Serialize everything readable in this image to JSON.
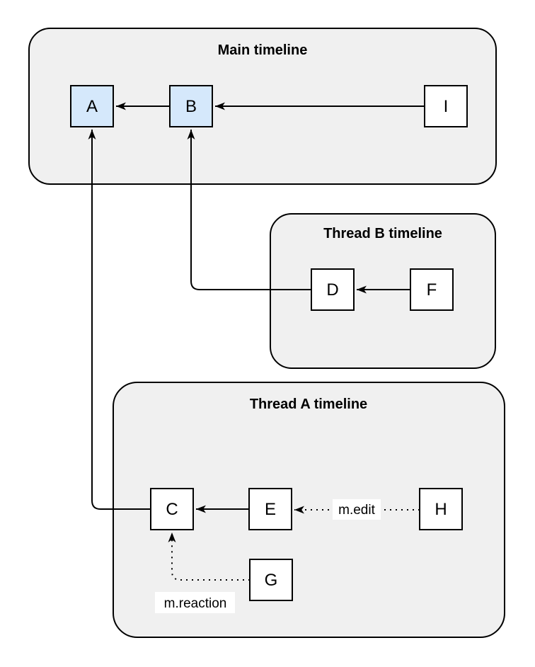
{
  "diagram": {
    "background": "#ffffff",
    "colors": {
      "container_fill": "#f0f0f0",
      "container_stroke": "#000000",
      "highlight_node_fill": "#d5e8fb",
      "plain_node_fill": "#ffffff",
      "node_stroke": "#000000",
      "edge_color": "#000000",
      "edge_label_background": "#ffffff",
      "text_color": "#000000"
    },
    "containers": [
      {
        "id": "main",
        "title": "Main timeline"
      },
      {
        "id": "thread_b",
        "title": "Thread B timeline"
      },
      {
        "id": "thread_a",
        "title": "Thread A timeline"
      }
    ],
    "nodes": [
      {
        "id": "A",
        "label": "A",
        "container": "main",
        "highlighted": true
      },
      {
        "id": "B",
        "label": "B",
        "container": "main",
        "highlighted": true
      },
      {
        "id": "I",
        "label": "I",
        "container": "main",
        "highlighted": false
      },
      {
        "id": "D",
        "label": "D",
        "container": "thread_b",
        "highlighted": false
      },
      {
        "id": "F",
        "label": "F",
        "container": "thread_b",
        "highlighted": false
      },
      {
        "id": "C",
        "label": "C",
        "container": "thread_a",
        "highlighted": false
      },
      {
        "id": "E",
        "label": "E",
        "container": "thread_a",
        "highlighted": false
      },
      {
        "id": "H",
        "label": "H",
        "container": "thread_a",
        "highlighted": false
      },
      {
        "id": "G",
        "label": "G",
        "container": "thread_a",
        "highlighted": false
      }
    ],
    "edges": [
      {
        "from": "B",
        "to": "A",
        "style": "solid",
        "label": ""
      },
      {
        "from": "I",
        "to": "B",
        "style": "solid",
        "label": ""
      },
      {
        "from": "F",
        "to": "D",
        "style": "solid",
        "label": ""
      },
      {
        "from": "D",
        "to": "B",
        "style": "solid",
        "label": ""
      },
      {
        "from": "E",
        "to": "C",
        "style": "solid",
        "label": ""
      },
      {
        "from": "C",
        "to": "A",
        "style": "solid",
        "label": ""
      },
      {
        "from": "H",
        "to": "E",
        "style": "dotted",
        "label": "m.edit"
      },
      {
        "from": "G",
        "to": "C",
        "style": "dotted",
        "label": "m.reaction"
      }
    ]
  }
}
